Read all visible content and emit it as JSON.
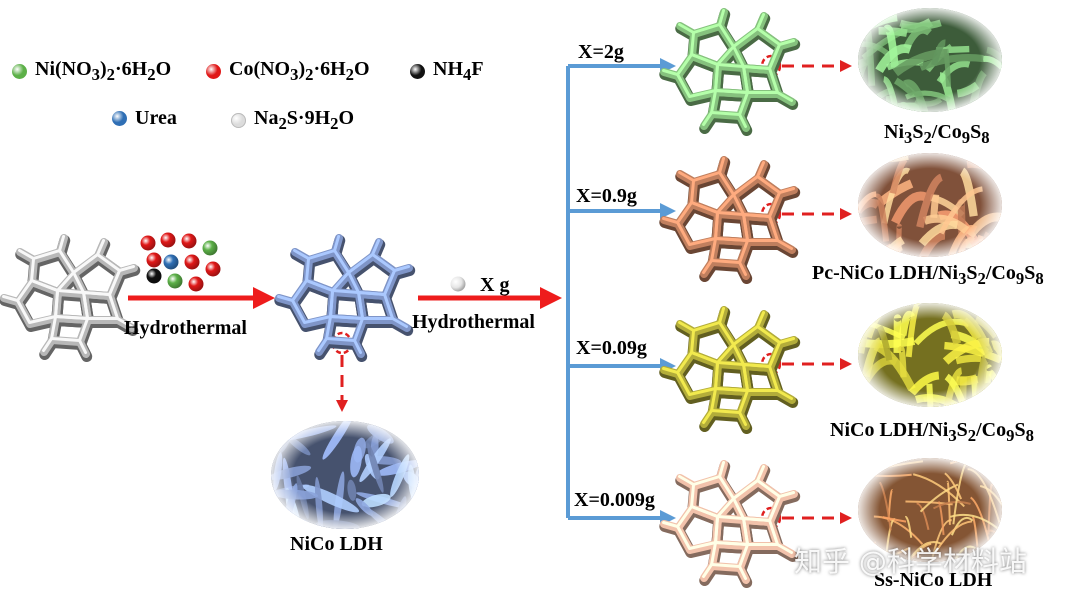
{
  "legend": [
    {
      "name": "ni-nitrate",
      "color": "#5cb048",
      "html": "Ni(NO<sub>3</sub>)<sub>2</sub>·6H<sub>2</sub>O"
    },
    {
      "name": "co-nitrate",
      "color": "#e01818",
      "html": "Co(NO<sub>3</sub>)<sub>2</sub>·6H<sub>2</sub>O"
    },
    {
      "name": "ammonium-fluoride",
      "color": "#111111",
      "html": "NH<sub>4</sub>F"
    },
    {
      "name": "urea",
      "color": "#2f6fb5",
      "html": "Urea"
    },
    {
      "name": "sodium-sulfide",
      "color": "#dcdcdc",
      "html": "Na<sub>2</sub>S·9H<sub>2</sub>O"
    }
  ],
  "steps": {
    "hydrothermal1": "Hydrothermal",
    "hydrothermal2": "Hydrothermal",
    "x_grams": "X g"
  },
  "intermediate": {
    "label": "NiCo LDH",
    "color": "#7f95c8"
  },
  "start_color": "#b8b8b8",
  "branches": [
    {
      "x_label": "X=2g",
      "color": "#86c27e",
      "sem_color": "#6fa86a",
      "product_html": "Ni<sub>3</sub>S<sub>2</sub>/Co<sub>9</sub>S<sub>8</sub>"
    },
    {
      "x_label": "X=0.9g",
      "color": "#c07f5e",
      "sem_color": "#e8936a",
      "product_html": "Pc-NiCo LDH/Ni<sub>3</sub>S<sub>2</sub>/Co<sub>9</sub>S<sub>8</sub>"
    },
    {
      "x_label": "X=0.09g",
      "color": "#b3ad3a",
      "sem_color": "#d4cc3a",
      "product_html": "NiCo LDH/Ni<sub>3</sub>S<sub>2</sub>/Co<sub>9</sub>S<sub>8</sub>"
    },
    {
      "x_label": "X=0.009g",
      "color": "#f2c2ab",
      "sem_color": "#f09a5e",
      "product_html": "Ss-NiCo LDH"
    }
  ],
  "watermark": "知乎 @科学材料站",
  "colors": {
    "red_arrow": "#ee1c1c",
    "blue_arrow": "#5b9bd5",
    "dash": "#e02020"
  }
}
